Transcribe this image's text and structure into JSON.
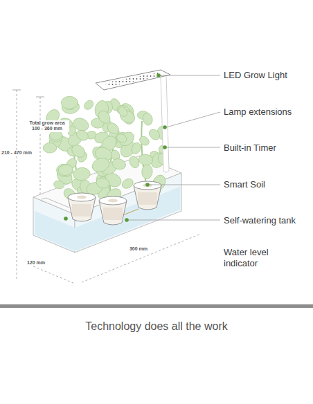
{
  "diagram": {
    "caption": "Technology does all the work",
    "labels": [
      "Total grow area 100 - 360 mm",
      "210 - 470 mm",
      "LED Grow Light",
      "Lamp extensions",
      "Built-in Timer",
      "Smart Soil",
      "Self-watering tank",
      "Water level indicator",
      "300 mm",
      "120 mm"
    ]
  }
}
